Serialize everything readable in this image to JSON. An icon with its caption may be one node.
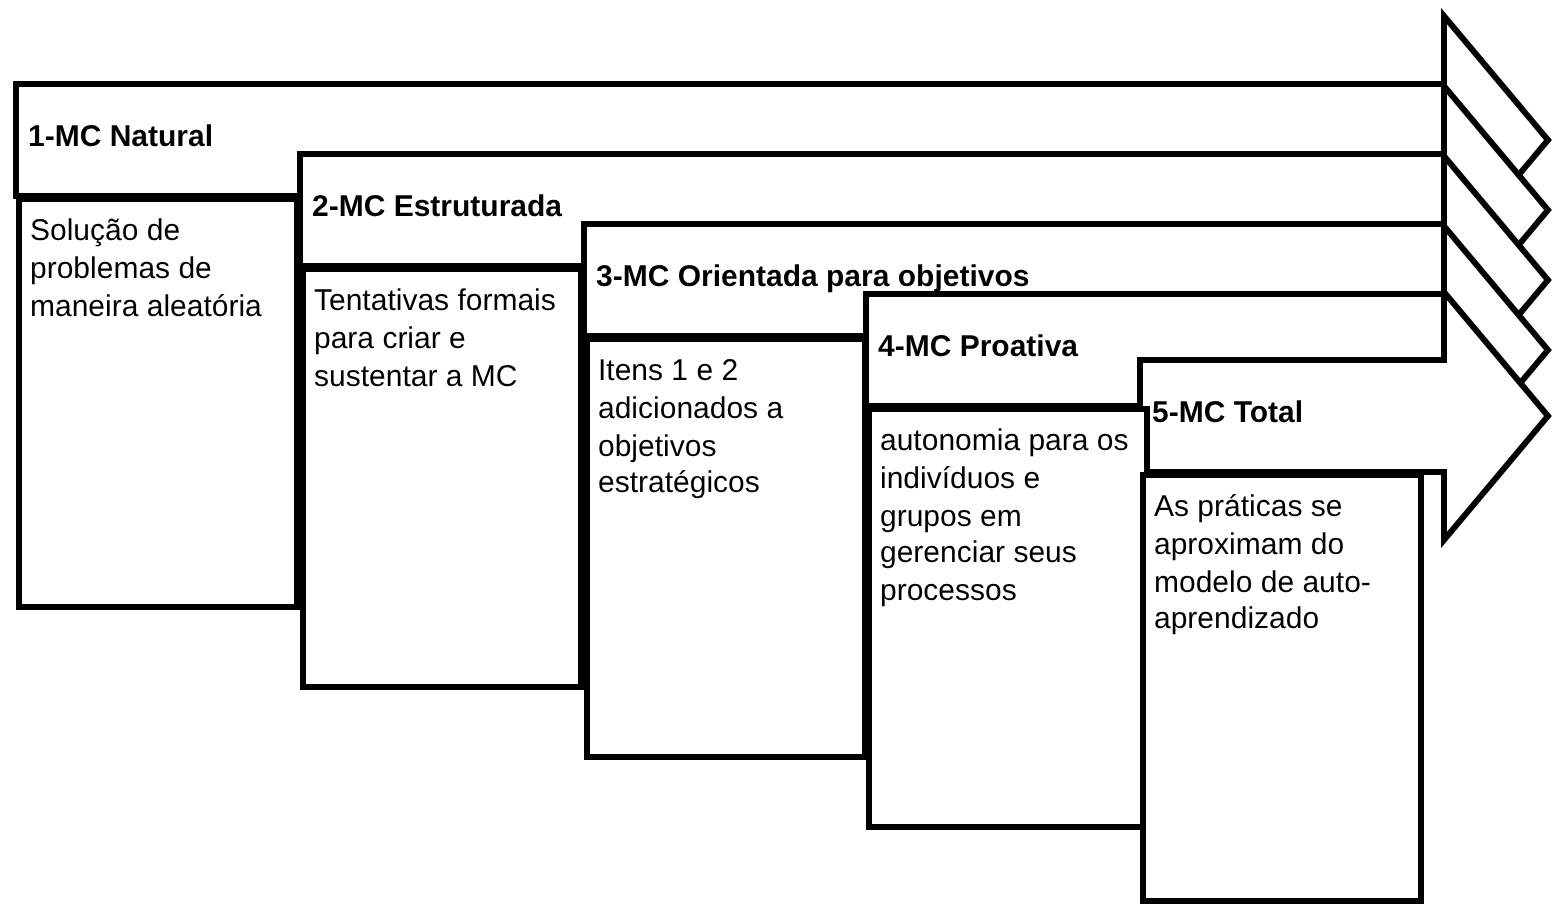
{
  "diagram": {
    "nodes": [
      {
        "text": [
          "1-MC Natural",
          "Solução de problemas de maneira aleatória"
        ]
      },
      {
        "text": [
          "2-MC Estruturada",
          "Tentativas formais para criar e sustentar a MC"
        ]
      },
      {
        "text": [
          "3-MC Orientada para objetivos",
          "Itens 1 e 2 adicionados a objetivos estratégicos"
        ]
      },
      {
        "text": [
          "4-MC Proativa",
          "autonomia para os indivíduos e grupos em gerenciar seus processos"
        ]
      },
      {
        "text": [
          "5-MC Total",
          "As práticas se aproximam do modelo de auto-aprendizado"
        ]
      }
    ]
  }
}
